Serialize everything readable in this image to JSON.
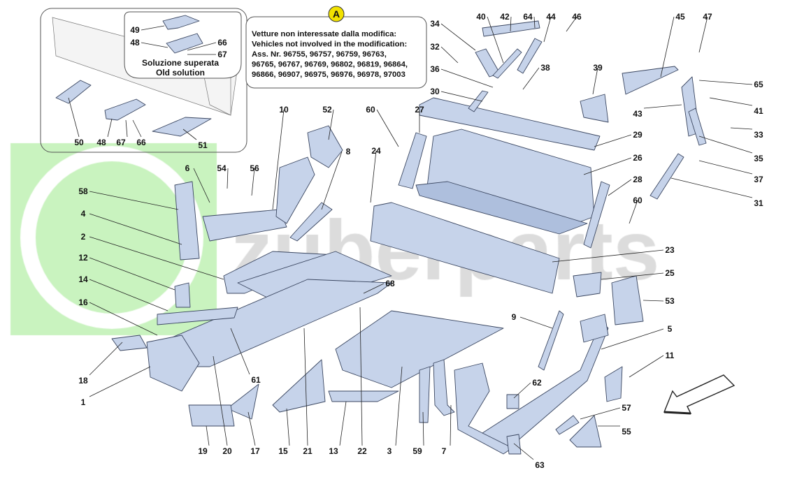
{
  "watermark": {
    "text": "zuberparts",
    "color": "#9be58a"
  },
  "note": {
    "badge": "A",
    "lines": [
      "Vetture non interessate dalla modifica:",
      "Vehicles not involved in the modification:",
      "Ass. Nr. 96755, 96757, 96759, 96763,",
      "96765, 96767, 96769, 96802, 96819, 96864,",
      "96866, 96907, 96975, 96976, 96978, 97003"
    ]
  },
  "inset": {
    "old_solution_it": "Soluzione superata",
    "old_solution_en": "Old solution",
    "labels": [
      "49",
      "48",
      "66",
      "67",
      "50",
      "48",
      "67",
      "66",
      "51"
    ]
  },
  "labels": [
    "34",
    "40",
    "42",
    "64",
    "44",
    "46",
    "45",
    "47",
    "32",
    "36",
    "38",
    "30",
    "39",
    "65",
    "43",
    "41",
    "33",
    "35",
    "37",
    "31",
    "29",
    "26",
    "28",
    "60",
    "60",
    "27",
    "24",
    "10",
    "52",
    "8",
    "54",
    "56",
    "6",
    "58",
    "4",
    "2",
    "12",
    "14",
    "16",
    "18",
    "1",
    "23",
    "25",
    "53",
    "5",
    "9",
    "11",
    "62",
    "57",
    "55",
    "63",
    "68",
    "61",
    "19",
    "20",
    "17",
    "15",
    "21",
    "13",
    "22",
    "3",
    "59",
    "7"
  ],
  "colors": {
    "part_fill": "#c6d3ea",
    "outline": "#3a4660",
    "badge": "#f2e200"
  },
  "direction_arrow": "front-direction-arrow"
}
